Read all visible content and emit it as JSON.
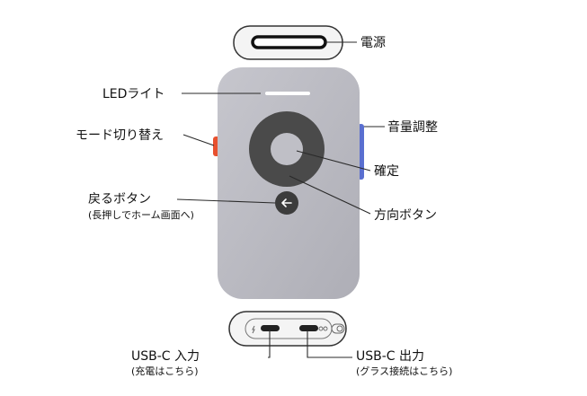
{
  "labels": {
    "power": "電源",
    "led_light": "LEDライト",
    "mode_switch": "モード切り替え",
    "volume": "音量調整",
    "confirm": "確定",
    "back_button": "戻るボタン",
    "back_button_sub": "(長押しでホーム画面へ)",
    "direction_button": "方向ボタン",
    "usbc_input": "USB-C 入力",
    "usbc_input_sub": "(充電はこちら)",
    "usbc_output": "USB-C 出力",
    "usbc_output_sub": "(グラス接続はこちら)"
  },
  "icons": {
    "back": "left-arrow-icon",
    "bolt": "lightning-icon",
    "glasses": "glasses-icon"
  },
  "colors": {
    "body": "#bcbcc4",
    "dpad": "#4a4a4a",
    "mode_switch": "#e8512f",
    "volume": "#5a6fd0",
    "led": "#ffffff"
  }
}
